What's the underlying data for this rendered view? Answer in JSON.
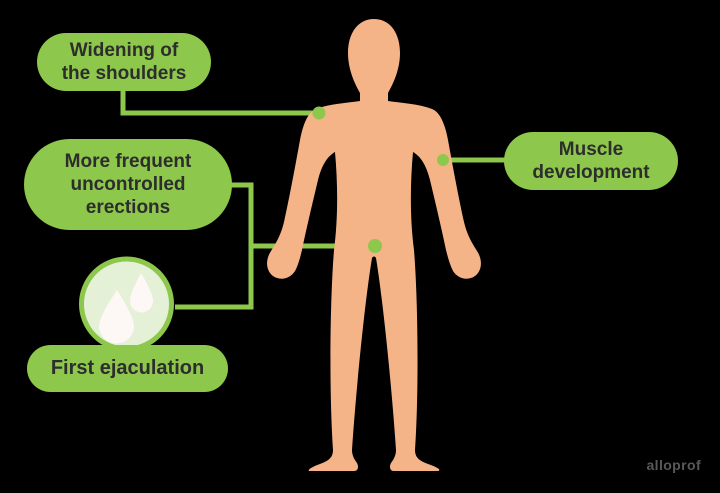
{
  "colors": {
    "background": "#000000",
    "green": "#8DC74B",
    "skin": "#F5B487",
    "label_text": "#2D2D2D",
    "circle_fill": "#E4F1D7",
    "droplet_white": "#FDF8F6",
    "logo_gray": "#58595B"
  },
  "callouts": {
    "shoulders": {
      "label": "Widening of\nthe shoulders"
    },
    "erections": {
      "label": "More frequent\nuncontrolled\nerections"
    },
    "ejaculation": {
      "label": "First ejaculation"
    },
    "muscle": {
      "label": "Muscle\ndevelopment"
    }
  },
  "icons": {
    "droplets": "droplets-icon"
  },
  "figure": {
    "name": "human-body-silhouette"
  },
  "logo": {
    "text": "alloprof"
  }
}
